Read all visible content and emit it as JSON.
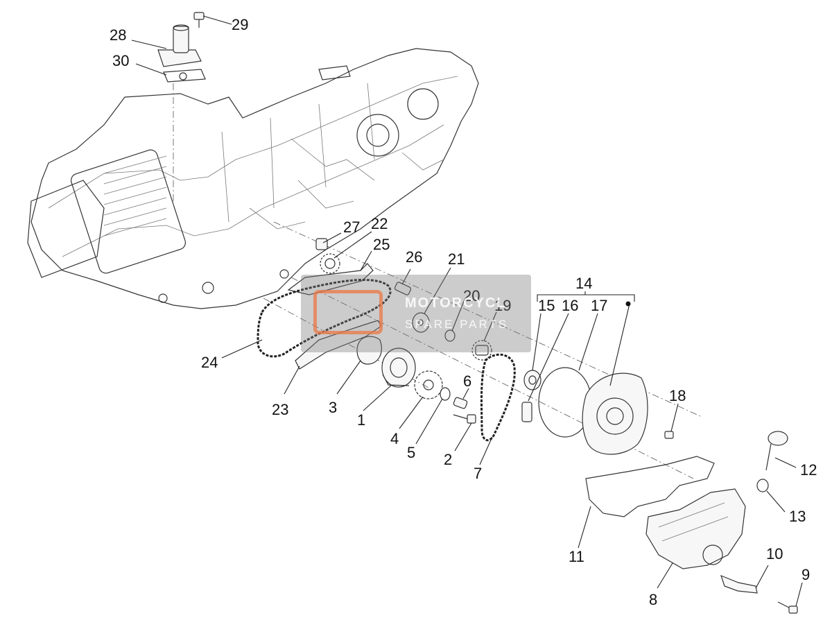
{
  "callouts": {
    "c1": "1",
    "c2": "2",
    "c3": "3",
    "c4": "4",
    "c5": "5",
    "c6": "6",
    "c7": "7",
    "c8": "8",
    "c9": "9",
    "c10": "10",
    "c11": "11",
    "c12": "12",
    "c13": "13",
    "c14": "14",
    "c15": "15",
    "c16": "16",
    "c17": "17",
    "c18": "18",
    "c19": "19",
    "c20": "20",
    "c21": "21",
    "c22": "22",
    "c23": "23",
    "c24": "24",
    "c25": "25",
    "c26": "26",
    "c27": "27",
    "c28": "28",
    "c29": "29",
    "c30": "30"
  },
  "watermark": {
    "line1": "MOTORCYCL",
    "line2": "SPARE PARTS"
  },
  "colors": {
    "line": "#333333",
    "text": "#111111",
    "watermark_accent": "#eb7846"
  }
}
